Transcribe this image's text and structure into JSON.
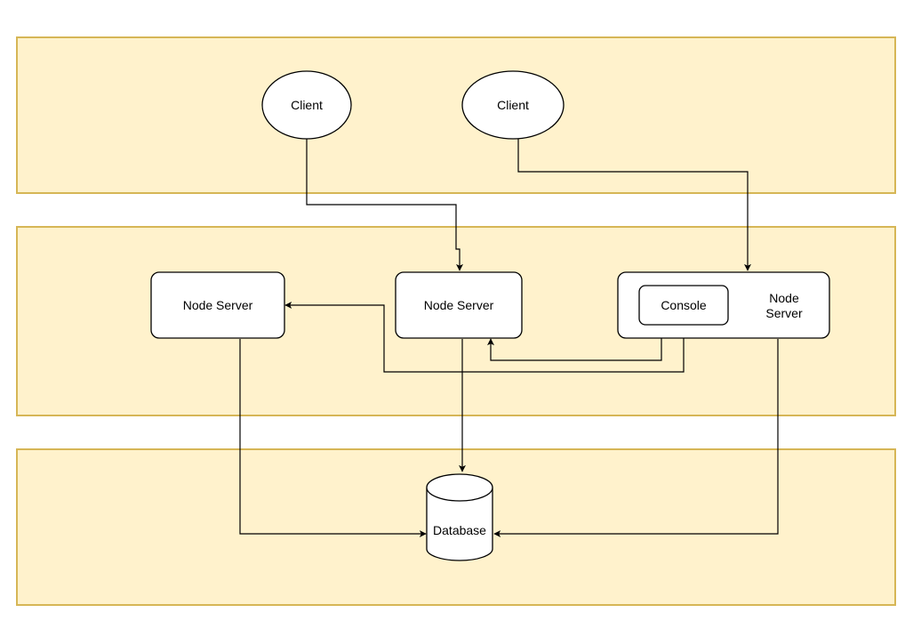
{
  "colors": {
    "lane_fill": "#fff2cc",
    "lane_stroke": "#d6b656",
    "line": "#000000",
    "node_fill": "#ffffff"
  },
  "nodes": {
    "client_left": {
      "label": "Client"
    },
    "client_right": {
      "label": "Client"
    },
    "node_server_left": {
      "label": "Node Server"
    },
    "node_server_center": {
      "label": "Node Server"
    },
    "node_server_right": {
      "label_line1": "Node",
      "label_line2": "Server"
    },
    "console": {
      "label": "Console"
    },
    "database": {
      "label": "Database"
    }
  }
}
